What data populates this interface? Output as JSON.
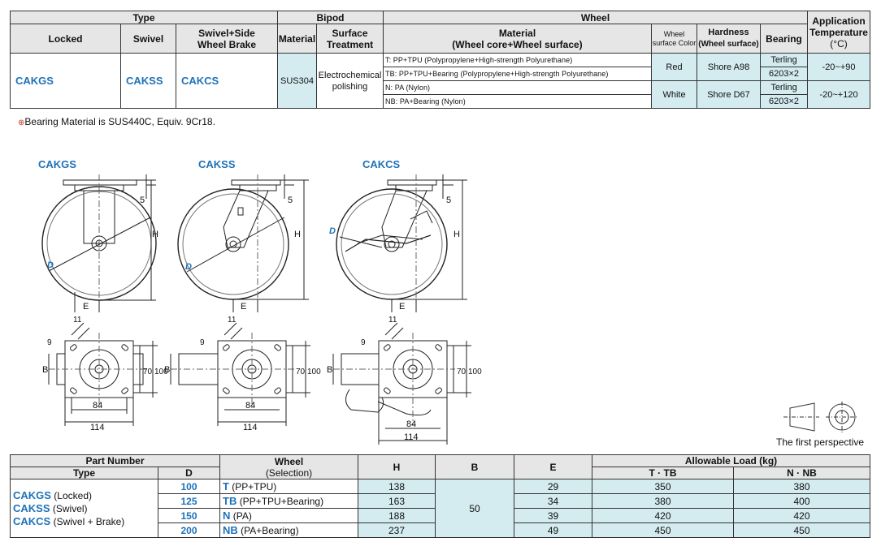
{
  "spec_table": {
    "header": {
      "type": "Type",
      "bipod": "Bipod",
      "wheel": "Wheel",
      "application": "Application",
      "temperature": "Temperature",
      "temp_unit": "(°C)",
      "locked": "Locked",
      "swivel": "Swivel",
      "swivel_side_brake_1": "Swivel+Side",
      "swivel_side_brake_2": "Wheel Brake",
      "material": "Material",
      "surface_1": "Surface",
      "surface_2": "Treatment",
      "wheel_material_1": "Material",
      "wheel_material_2": "(Wheel core+Wheel surface)",
      "wheel_color_1": "Wheel",
      "wheel_color_2": "surface Color",
      "hardness_1": "Hardness",
      "hardness_2": "(Wheel surface)",
      "bearing": "Bearing"
    },
    "row": {
      "locked_code": "CAKGS",
      "swivel_code": "CAKSS",
      "brake_code": "CAKCS",
      "material": "SUS304",
      "surface_1": "Electrochemical",
      "surface_2": "polishing"
    },
    "materials": [
      "T: PP+TPU (Polypropylene+High-strength Polyurethane)",
      "TB: PP+TPU+Bearing (Polypropylene+High-strength Polyurethane)",
      "N: PA (Nylon)",
      "NB: PA+Bearing (Nylon)"
    ],
    "groups": [
      {
        "color": "Red",
        "hardness": "Shore A98",
        "bearing_1": "Terling",
        "bearing_2": "6203×2",
        "temp": "-20~+90"
      },
      {
        "color": "White",
        "hardness": "Shore D67",
        "bearing_1": "Terling",
        "bearing_2": "6203×2",
        "temp": "-20~+120"
      }
    ]
  },
  "note": {
    "mark": "⊕",
    "text": "Bearing Material is SUS440C, Equiv. 9Cr18."
  },
  "drawings": {
    "labels": [
      "CAKGS",
      "CAKSS",
      "CAKCS"
    ],
    "dims": {
      "d": "D",
      "h": "H",
      "e": "E",
      "b": "B",
      "five": "5",
      "eleven": "11",
      "nine": "9",
      "seventy": "70",
      "hundred": "100",
      "eighty_four": "84",
      "one_fourteen": "114"
    }
  },
  "projection": {
    "label": "The first perspective"
  },
  "bottom_table": {
    "header": {
      "part_number": "Part Number",
      "type": "Type",
      "d": "D",
      "wheel_1": "Wheel",
      "wheel_2": "(Selection)",
      "h": "H",
      "b": "B",
      "e": "E",
      "allowable": "Allowable Load (kg)",
      "t_tb": "T · TB",
      "n_nb": "N · NB"
    },
    "types": [
      {
        "code": "CAKGS",
        "desc": "(Locked)"
      },
      {
        "code": "CAKSS",
        "desc": "(Swivel)"
      },
      {
        "code": "CAKCS",
        "desc": "(Swivel + Brake)"
      }
    ],
    "selections": [
      {
        "code": "T",
        "desc": "(PP+TPU)"
      },
      {
        "code": "TB",
        "desc": "(PP+TPU+Bearing)"
      },
      {
        "code": "N",
        "desc": "(PA)"
      },
      {
        "code": "NB",
        "desc": "(PA+Bearing)"
      }
    ],
    "b_value": "50",
    "rows": [
      {
        "d": "100",
        "h": "138",
        "e": "29",
        "t_tb": "350",
        "n_nb": "380"
      },
      {
        "d": "125",
        "h": "163",
        "e": "34",
        "t_tb": "380",
        "n_nb": "400"
      },
      {
        "d": "150",
        "h": "188",
        "e": "39",
        "t_tb": "420",
        "n_nb": "420"
      },
      {
        "d": "200",
        "h": "237",
        "e": "49",
        "t_tb": "450",
        "n_nb": "450"
      }
    ]
  }
}
